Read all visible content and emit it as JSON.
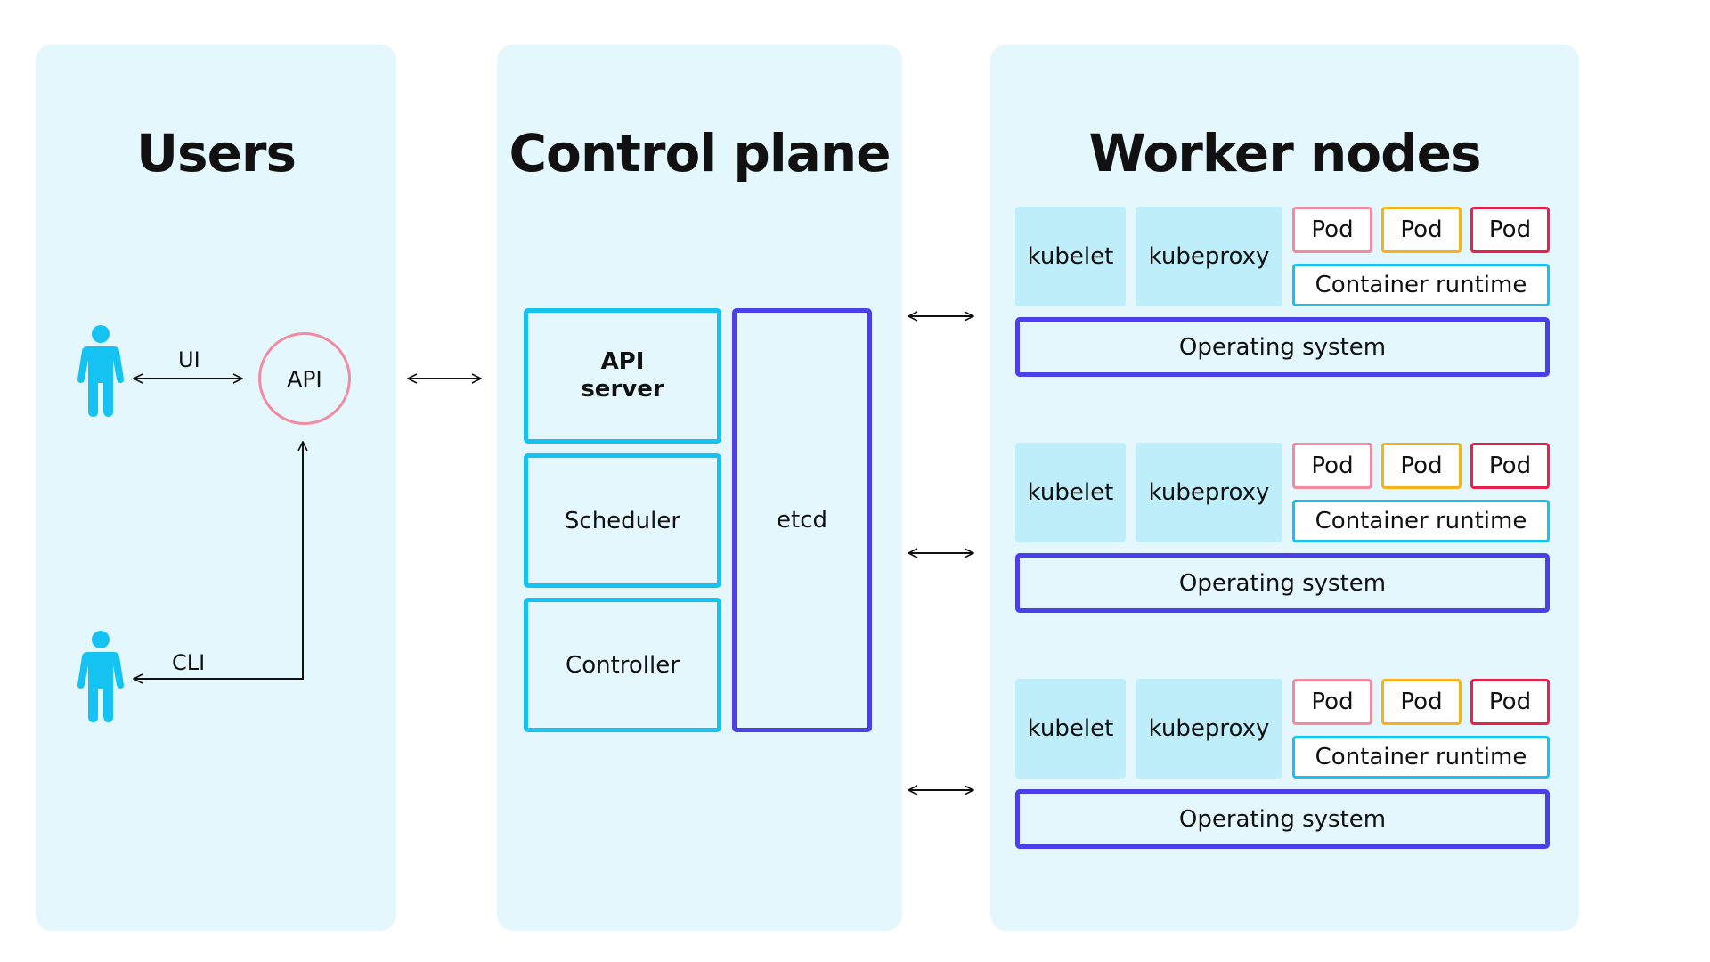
{
  "panels": {
    "users": {
      "title": "Users"
    },
    "control_plane": {
      "title": "Control plane"
    },
    "worker_nodes": {
      "title": "Worker nodes"
    }
  },
  "users": {
    "ui_label": "UI",
    "cli_label": "CLI",
    "api_label": "API",
    "icon": "person-icon"
  },
  "control_plane": {
    "api_server_line1": "API",
    "api_server_line2": "server",
    "scheduler": "Scheduler",
    "controller": "Controller",
    "etcd": "etcd"
  },
  "worker_nodes": [
    {
      "kubelet": "kubelet",
      "kubeproxy": "kubeproxy",
      "pods": [
        "Pod",
        "Pod",
        "Pod"
      ],
      "container_runtime": "Container runtime",
      "os": "Operating system"
    },
    {
      "kubelet": "kubelet",
      "kubeproxy": "kubeproxy",
      "pods": [
        "Pod",
        "Pod",
        "Pod"
      ],
      "container_runtime": "Container runtime",
      "os": "Operating system"
    },
    {
      "kubelet": "kubelet",
      "kubeproxy": "kubeproxy",
      "pods": [
        "Pod",
        "Pod",
        "Pod"
      ],
      "container_runtime": "Container runtime",
      "os": "Operating system"
    }
  ],
  "colors": {
    "panel_bg": "#e3f7fc",
    "cyan": "#14c3f2",
    "purple": "#4a3fe8",
    "pod_pink": "#f28ba0",
    "pod_orange": "#f5b21b",
    "pod_red": "#e8204a",
    "light_blue_fill": "#bfeefb"
  }
}
